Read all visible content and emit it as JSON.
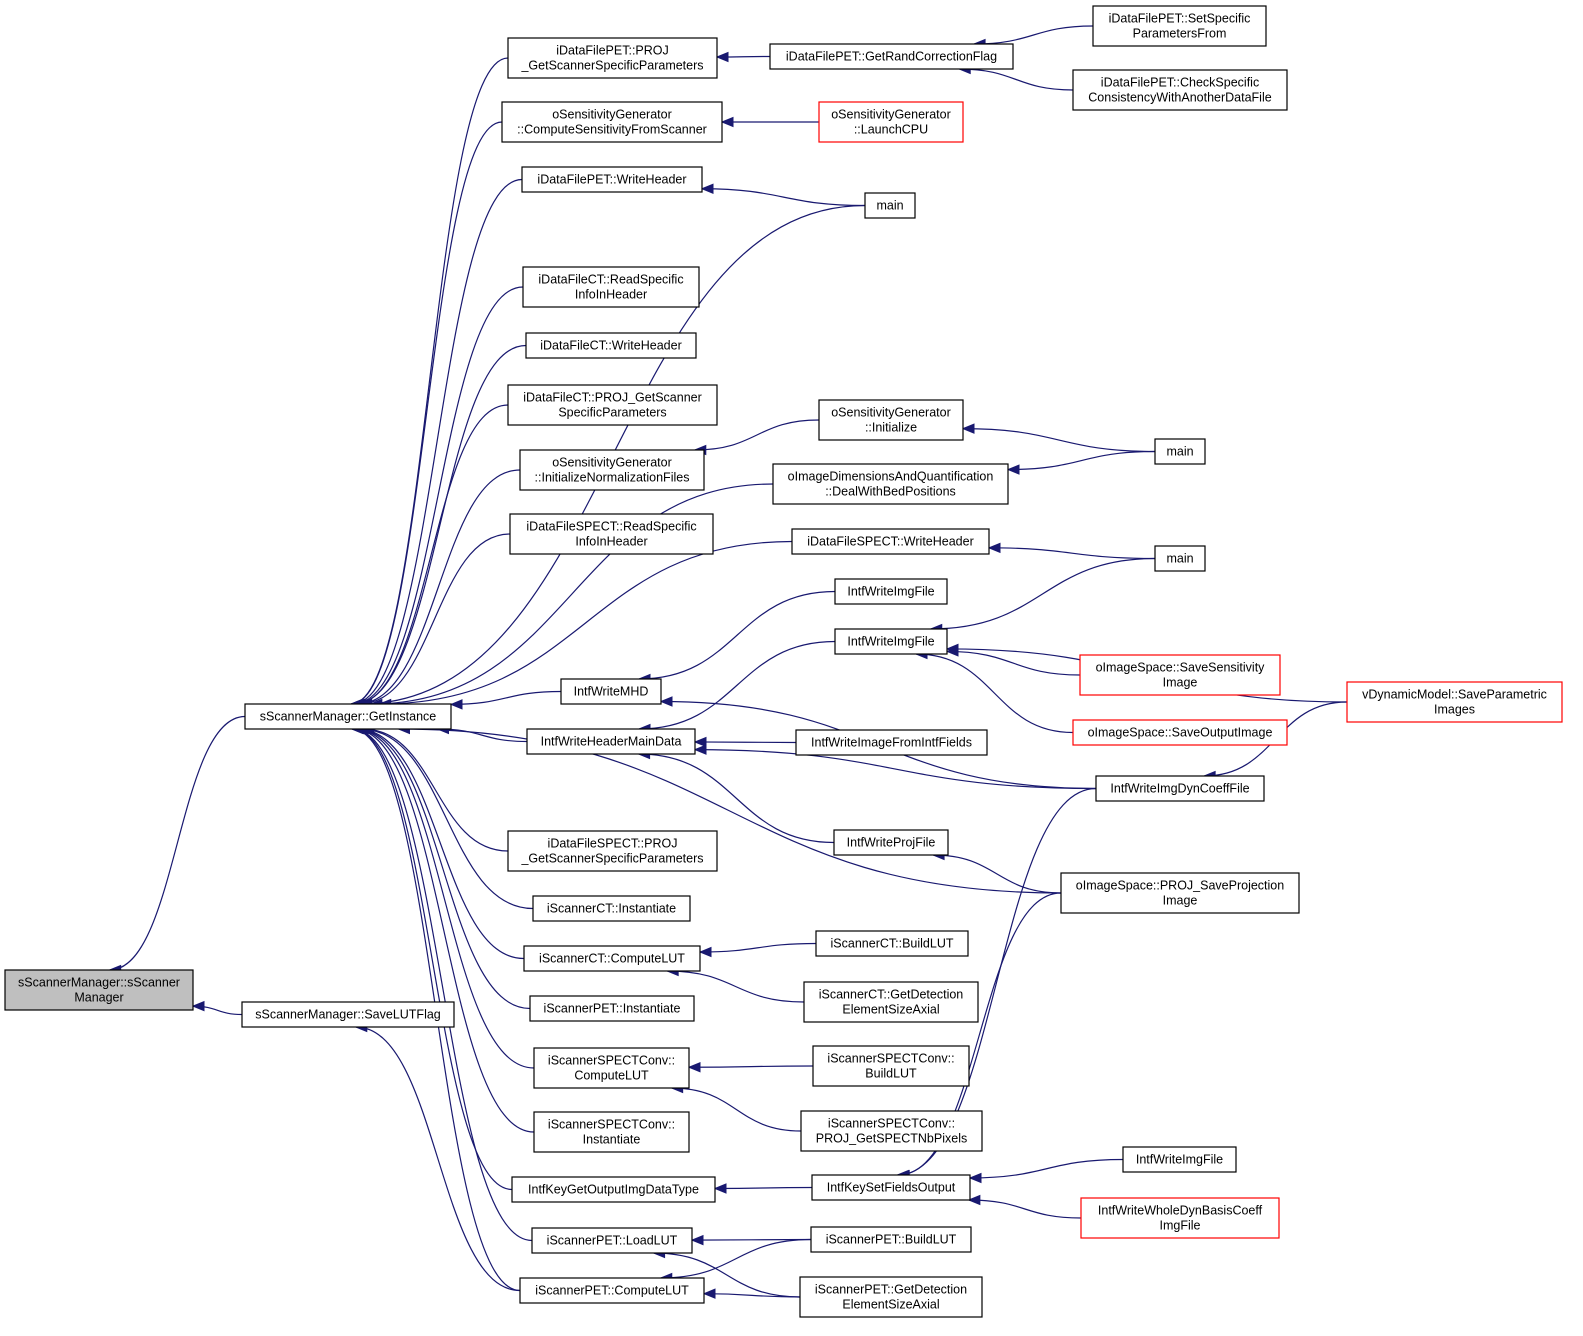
{
  "colors": {
    "edge": "#191970",
    "node_border": "#000000",
    "node_border_truncated": "#ff0000",
    "root_fill": "#bfbfbf"
  },
  "nodes": [
    {
      "id": "root",
      "lines": [
        "sScannerManager::sScanner",
        "Manager"
      ],
      "kind": "root"
    },
    {
      "id": "getinstance",
      "lines": [
        "sScannerManager::GetInstance"
      ],
      "kind": "normal"
    },
    {
      "id": "savelutflag",
      "lines": [
        "sScannerManager::SaveLUTFlag"
      ],
      "kind": "normal"
    },
    {
      "id": "pet_proj",
      "lines": [
        "iDataFilePET::PROJ",
        "_GetScannerSpecificParameters"
      ],
      "kind": "normal"
    },
    {
      "id": "pet_getrand",
      "lines": [
        "iDataFilePET::GetRandCorrectionFlag"
      ],
      "kind": "normal"
    },
    {
      "id": "pet_setspec",
      "lines": [
        "iDataFilePET::SetSpecific",
        "ParametersFrom"
      ],
      "kind": "normal"
    },
    {
      "id": "pet_check",
      "lines": [
        "iDataFilePET::CheckSpecific",
        "ConsistencyWithAnotherDataFile"
      ],
      "kind": "normal"
    },
    {
      "id": "sens_compute",
      "lines": [
        "oSensitivityGenerator",
        "::ComputeSensitivityFromScanner"
      ],
      "kind": "normal"
    },
    {
      "id": "sens_launch",
      "lines": [
        "oSensitivityGenerator",
        "::LaunchCPU"
      ],
      "kind": "red"
    },
    {
      "id": "pet_writeheader",
      "lines": [
        "iDataFilePET::WriteHeader"
      ],
      "kind": "normal"
    },
    {
      "id": "main1",
      "lines": [
        "main"
      ],
      "kind": "normal"
    },
    {
      "id": "ct_readspec",
      "lines": [
        "iDataFileCT::ReadSpecific",
        "InfoInHeader"
      ],
      "kind": "normal"
    },
    {
      "id": "ct_writeheader",
      "lines": [
        "iDataFileCT::WriteHeader"
      ],
      "kind": "normal"
    },
    {
      "id": "ct_proj",
      "lines": [
        "iDataFileCT::PROJ_GetScanner",
        "SpecificParameters"
      ],
      "kind": "normal"
    },
    {
      "id": "sens_init",
      "lines": [
        "oSensitivityGenerator",
        "::Initialize"
      ],
      "kind": "normal"
    },
    {
      "id": "sens_initnorm",
      "lines": [
        "oSensitivityGenerator",
        "::InitializeNormalizationFiles"
      ],
      "kind": "normal"
    },
    {
      "id": "main2",
      "lines": [
        "main"
      ],
      "kind": "normal"
    },
    {
      "id": "imgdim",
      "lines": [
        "oImageDimensionsAndQuantification",
        "::DealWithBedPositions"
      ],
      "kind": "normal"
    },
    {
      "id": "spect_readspec",
      "lines": [
        "iDataFileSPECT::ReadSpecific",
        "InfoInHeader"
      ],
      "kind": "normal"
    },
    {
      "id": "spect_writeheader",
      "lines": [
        "iDataFileSPECT::WriteHeader"
      ],
      "kind": "normal"
    },
    {
      "id": "main3",
      "lines": [
        "main"
      ],
      "kind": "normal"
    },
    {
      "id": "intfwriteimg1",
      "lines": [
        "IntfWriteImgFile"
      ],
      "kind": "normal"
    },
    {
      "id": "intfwriteimg2",
      "lines": [
        "IntfWriteImgFile"
      ],
      "kind": "normal"
    },
    {
      "id": "intfwritemhd",
      "lines": [
        "IntfWriteMHD"
      ],
      "kind": "normal"
    },
    {
      "id": "savesens",
      "lines": [
        "oImageSpace::SaveSensitivity",
        "Image"
      ],
      "kind": "red"
    },
    {
      "id": "vdyn",
      "lines": [
        "vDynamicModel::SaveParametric",
        "Images"
      ],
      "kind": "red"
    },
    {
      "id": "intfwriteheadermain",
      "lines": [
        "IntfWriteHeaderMainData"
      ],
      "kind": "normal"
    },
    {
      "id": "saveoutput",
      "lines": [
        "oImageSpace::SaveOutputImage"
      ],
      "kind": "red"
    },
    {
      "id": "intfwriteimgfromfields",
      "lines": [
        "IntfWriteImageFromIntfFields"
      ],
      "kind": "normal"
    },
    {
      "id": "intfwriteimgdyn",
      "lines": [
        "IntfWriteImgDynCoeffFile"
      ],
      "kind": "normal"
    },
    {
      "id": "spect_proj",
      "lines": [
        "iDataFileSPECT::PROJ",
        "_GetScannerSpecificParameters"
      ],
      "kind": "normal"
    },
    {
      "id": "intfwriteproj",
      "lines": [
        "IntfWriteProjFile"
      ],
      "kind": "normal"
    },
    {
      "id": "saveproj",
      "lines": [
        "oImageSpace::PROJ_SaveProjection",
        "Image"
      ],
      "kind": "normal"
    },
    {
      "id": "ct_inst",
      "lines": [
        "iScannerCT::Instantiate"
      ],
      "kind": "normal"
    },
    {
      "id": "ct_buildlut",
      "lines": [
        "iScannerCT::BuildLUT"
      ],
      "kind": "normal"
    },
    {
      "id": "ct_computelut",
      "lines": [
        "iScannerCT::ComputeLUT"
      ],
      "kind": "normal"
    },
    {
      "id": "ct_getdet",
      "lines": [
        "iScannerCT::GetDetection",
        "ElementSizeAxial"
      ],
      "kind": "normal"
    },
    {
      "id": "pet_inst",
      "lines": [
        "iScannerPET::Instantiate"
      ],
      "kind": "normal"
    },
    {
      "id": "spectconv_compute",
      "lines": [
        "iScannerSPECTConv::",
        "ComputeLUT"
      ],
      "kind": "normal"
    },
    {
      "id": "spectconv_build",
      "lines": [
        "iScannerSPECTConv::",
        "BuildLUT"
      ],
      "kind": "normal"
    },
    {
      "id": "spectconv_inst",
      "lines": [
        "iScannerSPECTConv::",
        "Instantiate"
      ],
      "kind": "normal"
    },
    {
      "id": "spectconv_nb",
      "lines": [
        "iScannerSPECTConv::",
        "PROJ_GetSPECTNbPixels"
      ],
      "kind": "normal"
    },
    {
      "id": "intfwriteimg3",
      "lines": [
        "IntfWriteImgFile"
      ],
      "kind": "normal"
    },
    {
      "id": "intfkeyget",
      "lines": [
        "IntfKeyGetOutputImgDataType"
      ],
      "kind": "normal"
    },
    {
      "id": "intfkeyset",
      "lines": [
        "IntfKeySetFieldsOutput"
      ],
      "kind": "normal"
    },
    {
      "id": "intfwritewhole",
      "lines": [
        "IntfWriteWholeDynBasisCoeff",
        "ImgFile"
      ],
      "kind": "red"
    },
    {
      "id": "pet_loadlut",
      "lines": [
        "iScannerPET::LoadLUT"
      ],
      "kind": "normal"
    },
    {
      "id": "pet_buildlut",
      "lines": [
        "iScannerPET::BuildLUT"
      ],
      "kind": "normal"
    },
    {
      "id": "pet_computelut",
      "lines": [
        "iScannerPET::ComputeLUT"
      ],
      "kind": "normal"
    },
    {
      "id": "pet_getdet",
      "lines": [
        "iScannerPET::GetDetection",
        "ElementSizeAxial"
      ],
      "kind": "normal"
    }
  ],
  "edges": [
    {
      "from": "getinstance",
      "to": "root"
    },
    {
      "from": "savelutflag",
      "to": "root"
    },
    {
      "from": "pet_proj",
      "to": "getinstance"
    },
    {
      "from": "sens_compute",
      "to": "getinstance"
    },
    {
      "from": "pet_writeheader",
      "to": "getinstance"
    },
    {
      "from": "main1",
      "to": "getinstance"
    },
    {
      "from": "ct_readspec",
      "to": "getinstance"
    },
    {
      "from": "ct_writeheader",
      "to": "getinstance"
    },
    {
      "from": "ct_proj",
      "to": "getinstance"
    },
    {
      "from": "sens_initnorm",
      "to": "getinstance"
    },
    {
      "from": "spect_readspec",
      "to": "getinstance"
    },
    {
      "from": "imgdim",
      "to": "getinstance"
    },
    {
      "from": "spect_writeheader",
      "to": "getinstance"
    },
    {
      "from": "intfwritemhd",
      "to": "getinstance"
    },
    {
      "from": "intfwriteheadermain",
      "to": "getinstance"
    },
    {
      "from": "saveproj",
      "to": "getinstance"
    },
    {
      "from": "spect_proj",
      "to": "getinstance"
    },
    {
      "from": "ct_inst",
      "to": "getinstance"
    },
    {
      "from": "ct_computelut",
      "to": "getinstance"
    },
    {
      "from": "pet_inst",
      "to": "getinstance"
    },
    {
      "from": "spectconv_compute",
      "to": "getinstance"
    },
    {
      "from": "spectconv_inst",
      "to": "getinstance"
    },
    {
      "from": "intfkeyget",
      "to": "getinstance"
    },
    {
      "from": "pet_loadlut",
      "to": "getinstance"
    },
    {
      "from": "pet_computelut",
      "to": "getinstance"
    },
    {
      "from": "pet_computelut",
      "to": "savelutflag"
    },
    {
      "from": "pet_getrand",
      "to": "pet_proj"
    },
    {
      "from": "pet_setspec",
      "to": "pet_getrand"
    },
    {
      "from": "pet_check",
      "to": "pet_getrand"
    },
    {
      "from": "sens_launch",
      "to": "sens_compute"
    },
    {
      "from": "main1",
      "to": "pet_writeheader"
    },
    {
      "from": "sens_init",
      "to": "sens_initnorm"
    },
    {
      "from": "main2",
      "to": "sens_init"
    },
    {
      "from": "main2",
      "to": "imgdim"
    },
    {
      "from": "main3",
      "to": "spect_writeheader"
    },
    {
      "from": "intfwriteimg1",
      "to": "intfwritemhd"
    },
    {
      "from": "intfwriteimgdyn",
      "to": "intfwritemhd"
    },
    {
      "from": "intfwriteimg2",
      "to": "intfwriteheadermain"
    },
    {
      "from": "intfwriteimgfromfields",
      "to": "intfwriteheadermain"
    },
    {
      "from": "intfwriteimgdyn",
      "to": "intfwriteheadermain"
    },
    {
      "from": "intfwriteproj",
      "to": "intfwriteheadermain"
    },
    {
      "from": "main3",
      "to": "intfwriteimg2"
    },
    {
      "from": "vdyn",
      "to": "intfwriteimg2"
    },
    {
      "from": "savesens",
      "to": "intfwriteimg2"
    },
    {
      "from": "saveoutput",
      "to": "intfwriteimg2"
    },
    {
      "from": "vdyn",
      "to": "intfwriteimgdyn"
    },
    {
      "from": "saveproj",
      "to": "intfwriteproj"
    },
    {
      "from": "ct_buildlut",
      "to": "ct_computelut"
    },
    {
      "from": "ct_getdet",
      "to": "ct_computelut"
    },
    {
      "from": "spectconv_build",
      "to": "spectconv_compute"
    },
    {
      "from": "spectconv_nb",
      "to": "spectconv_compute"
    },
    {
      "from": "intfkeyset",
      "to": "intfkeyget"
    },
    {
      "from": "intfwriteimgdyn",
      "to": "intfkeyset"
    },
    {
      "from": "saveproj",
      "to": "intfkeyset"
    },
    {
      "from": "intfwriteimg3",
      "to": "intfkeyset"
    },
    {
      "from": "intfwritewhole",
      "to": "intfkeyset"
    },
    {
      "from": "pet_buildlut",
      "to": "pet_loadlut"
    },
    {
      "from": "pet_getdet",
      "to": "pet_loadlut"
    },
    {
      "from": "pet_buildlut",
      "to": "pet_computelut"
    },
    {
      "from": "pet_getdet",
      "to": "pet_computelut"
    }
  ]
}
